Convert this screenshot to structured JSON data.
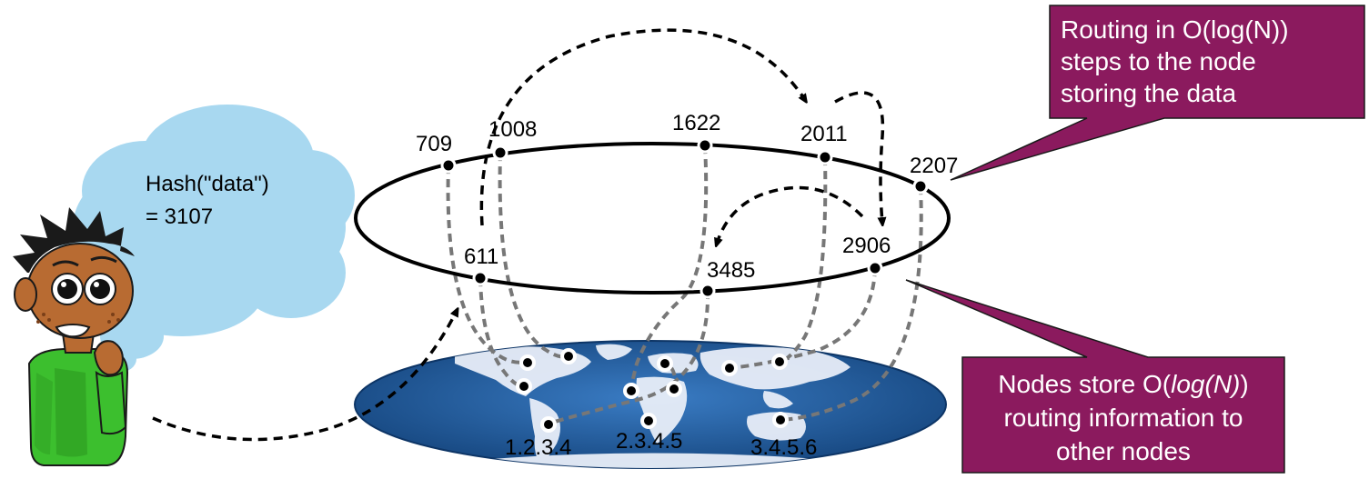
{
  "thought_bubble": {
    "line1": "Hash(\"data\")",
    "line2": "= 3107"
  },
  "ring_nodes": [
    {
      "id": "709"
    },
    {
      "id": "1008"
    },
    {
      "id": "1622"
    },
    {
      "id": "2011"
    },
    {
      "id": "2207"
    },
    {
      "id": "2906"
    },
    {
      "id": "3485"
    },
    {
      "id": "611"
    }
  ],
  "ip_labels": [
    "1.2.3.4",
    "2.3.4.5",
    "3.4.5.6"
  ],
  "callout_top": {
    "line1": "Routing in O(log(N))",
    "line2": "steps to the node",
    "line3": "storing the data"
  },
  "callout_bottom": {
    "line1_prefix": "Nodes store O(",
    "line1_italic": "log(N)",
    "line1_suffix": ")",
    "line2": "routing information to",
    "line3": "other nodes"
  },
  "colors": {
    "callout_fill": "#8b1a5e",
    "cloud_fill": "#a8d8f0",
    "map_ocean": "#1e5a9c",
    "map_land": "#e8eef8",
    "shirt": "#3cbf2e",
    "skin": "#b86b32",
    "hair": "#1a1a1a",
    "dashed_gray": "#777777",
    "ring": "#000000"
  }
}
